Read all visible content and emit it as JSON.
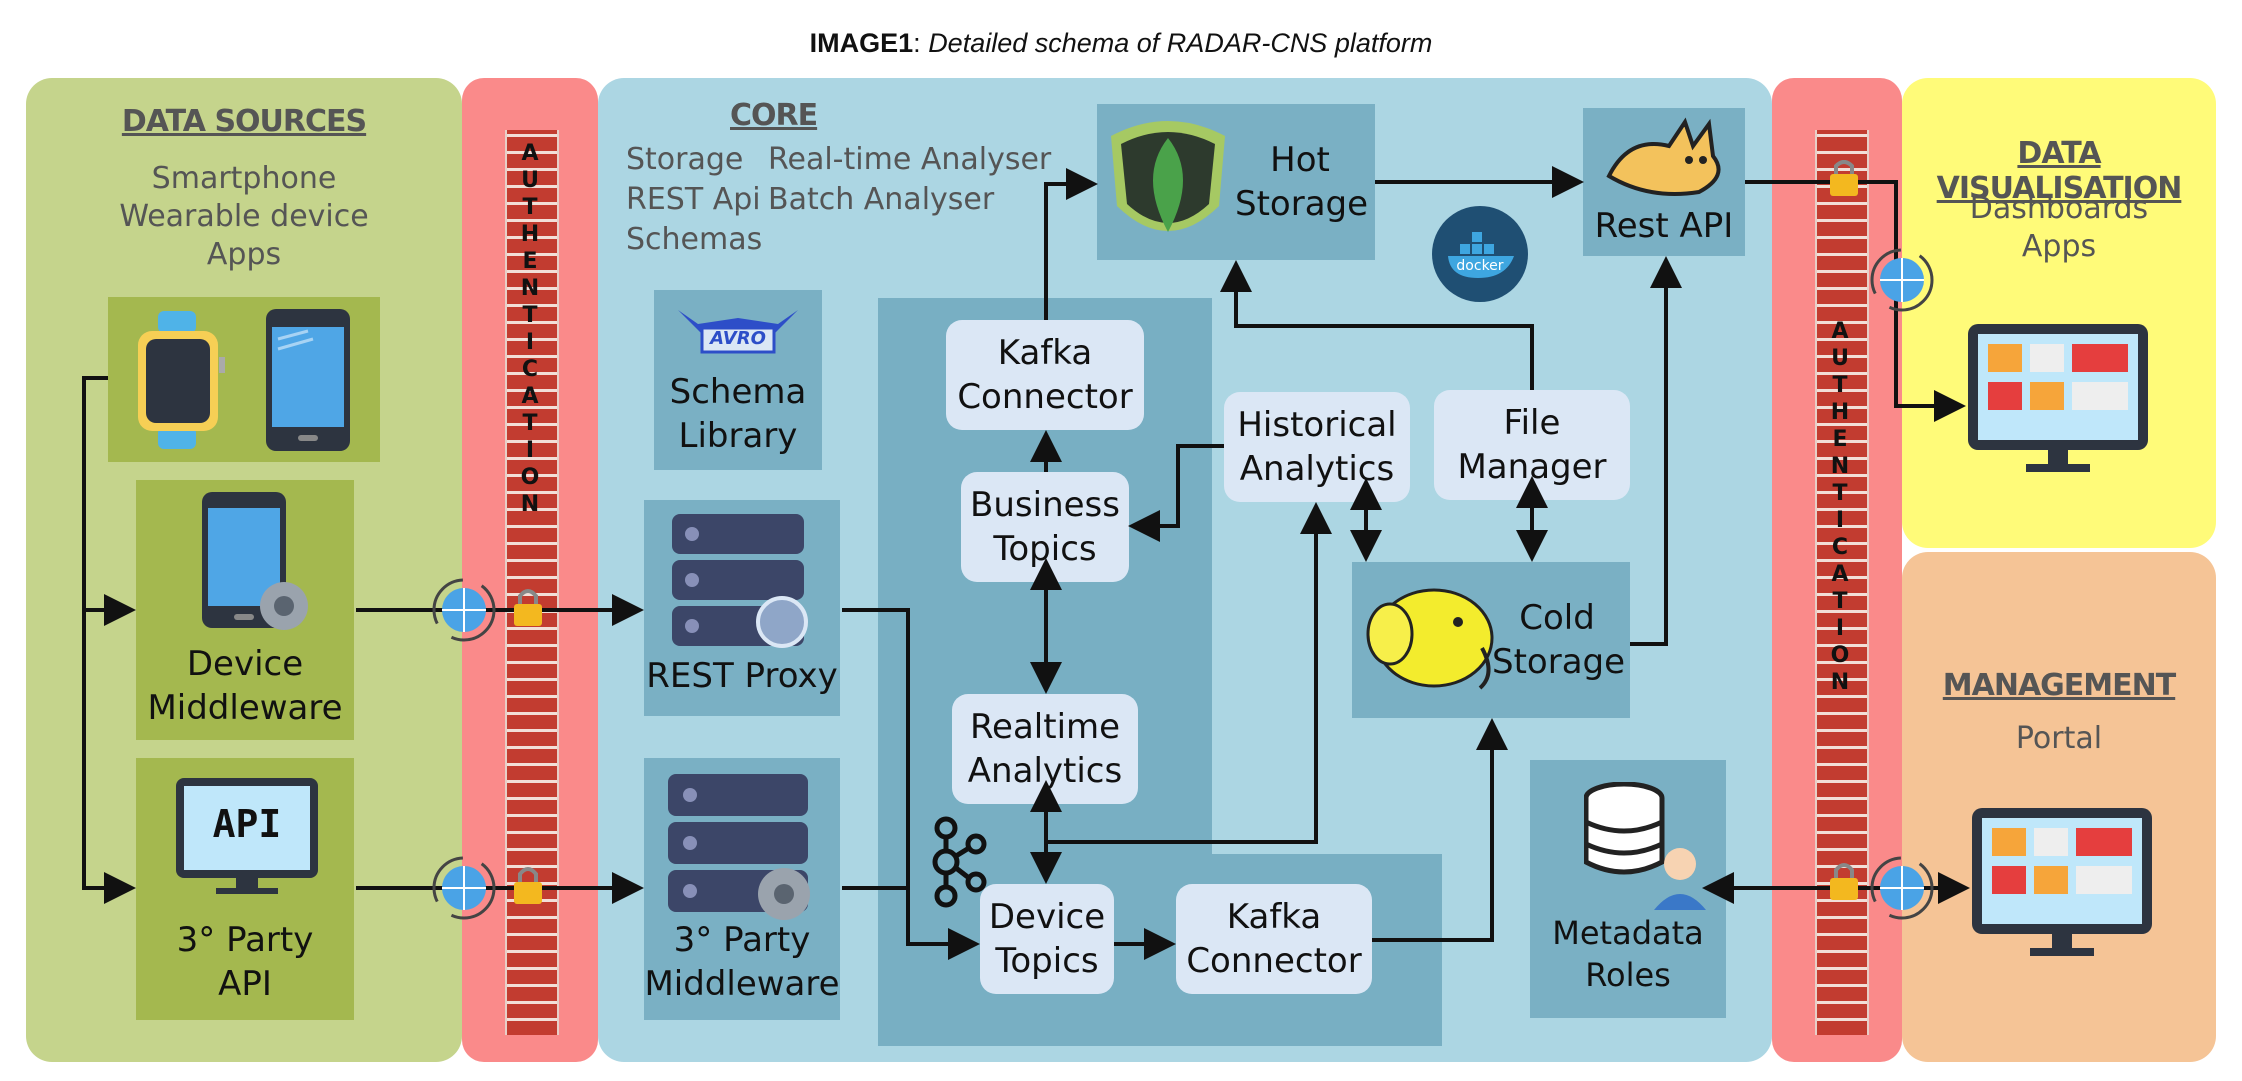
{
  "title": {
    "bold": "IMAGE1",
    "rest": ": ",
    "italic": "Detailed schema of RADAR-CNS platform"
  },
  "sources": {
    "heading": "DATA SOURCES",
    "lines": [
      "Smartphone",
      "Wearable device",
      "Apps"
    ],
    "device_middleware": [
      "Device",
      "Middleware"
    ],
    "third_party_api": [
      "3° Party",
      "API"
    ],
    "api_screen_label": "API"
  },
  "auth": {
    "label": "AUTHENTICATION",
    "letters": [
      "A",
      "U",
      "T",
      "H",
      "E",
      "N",
      "T",
      "I",
      "C",
      "A",
      "T",
      "I",
      "O",
      "N"
    ]
  },
  "core": {
    "heading": "CORE",
    "col1": [
      "Storage",
      "REST Api",
      "Schemas"
    ],
    "col2": [
      "Real-time Analyser",
      "Batch Analyser"
    ],
    "avro_label": "AVRO",
    "schema_library": [
      "Schema",
      "Library"
    ],
    "rest_proxy": "REST Proxy",
    "third_party_middleware": [
      "3° Party",
      "Middleware"
    ],
    "hot_storage": [
      "Hot",
      "Storage"
    ],
    "rest_api": "Rest API",
    "docker_label": "docker",
    "kafka_connector_top": [
      "Kafka",
      "Connector"
    ],
    "business_topics": [
      "Business",
      "Topics"
    ],
    "historical_analytics": [
      "Historical",
      "Analytics"
    ],
    "file_manager": [
      "File",
      "Manager"
    ],
    "realtime_analytics": [
      "Realtime",
      "Analytics"
    ],
    "cold_storage": [
      "Cold",
      "Storage"
    ],
    "device_topics": [
      "Device",
      "Topics"
    ],
    "kafka_connector_bottom": [
      "Kafka",
      "Connector"
    ],
    "metadata_roles": [
      "Metadata",
      "Roles"
    ]
  },
  "visualisation": {
    "heading": "DATA VISUALISATION",
    "lines": [
      "Dashboards",
      "Apps"
    ]
  },
  "management": {
    "heading": "MANAGEMENT",
    "lines": [
      "Portal"
    ]
  },
  "colors": {
    "sources_bg": "#c5d48c",
    "sources_box": "#a4b84f",
    "auth_bg": "#fa8a8a",
    "core_bg": "#acd6e3",
    "core_box": "#7ab0c4",
    "pill": "#dbe7f5",
    "visualisation_bg": "#fffb79",
    "management_bg": "#f5c496"
  }
}
